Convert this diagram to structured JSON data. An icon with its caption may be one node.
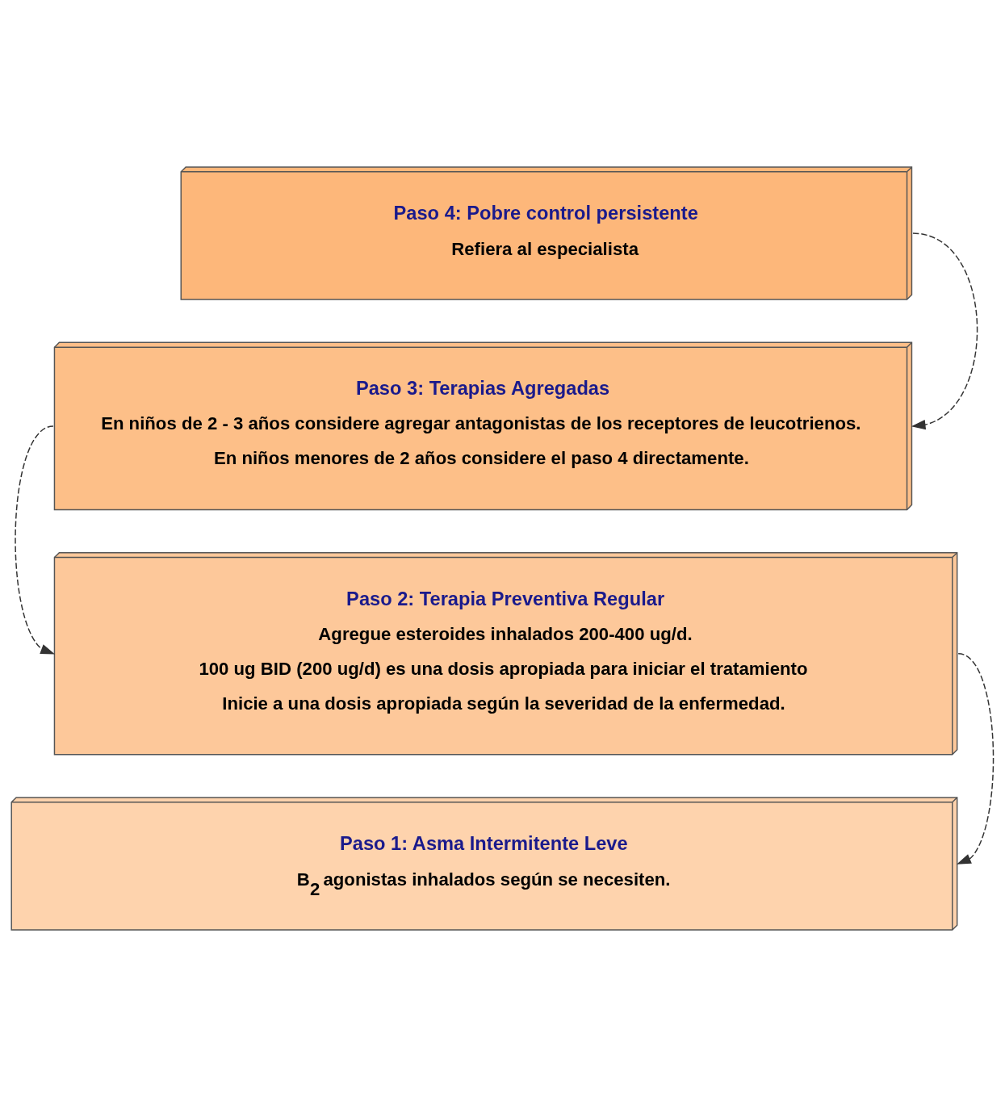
{
  "diagram": {
    "nodes": [
      {
        "text": [
          "Paso 4: Pobre control persistente",
          "Refiera al especialista"
        ]
      },
      {
        "text": [
          "Paso 3: Terapias Agregadas",
          "En niños de 2 - 3 años considere agregar antagonistas de los receptores de leucotrienos.",
          "En niños menores de 2 años considere el paso 4 directamente."
        ]
      },
      {
        "text": [
          "Paso 2: Terapia Preventiva Regular",
          "Agregue esteroides inhalados 200-400 ug/d.",
          "100 ug BID (200 ug/d) es una dosis apropiada para iniciar el tratamiento",
          "Inicie a una dosis apropiada según la severidad de la enfermedad."
        ]
      },
      {
        "text": [
          "Paso 1: Asma Intermitente Leve",
          "B$_{2}$ agonistas inhalados según se necesiten."
        ]
      }
    ],
    "edges": [
      {
        "from": 0,
        "to": 1,
        "arrow": "to",
        "style": "dashed"
      },
      {
        "from": 1,
        "to": 2,
        "arrow": "to",
        "style": "dashed"
      },
      {
        "from": 2,
        "to": 3,
        "arrow": "to",
        "style": "dashed"
      }
    ]
  }
}
